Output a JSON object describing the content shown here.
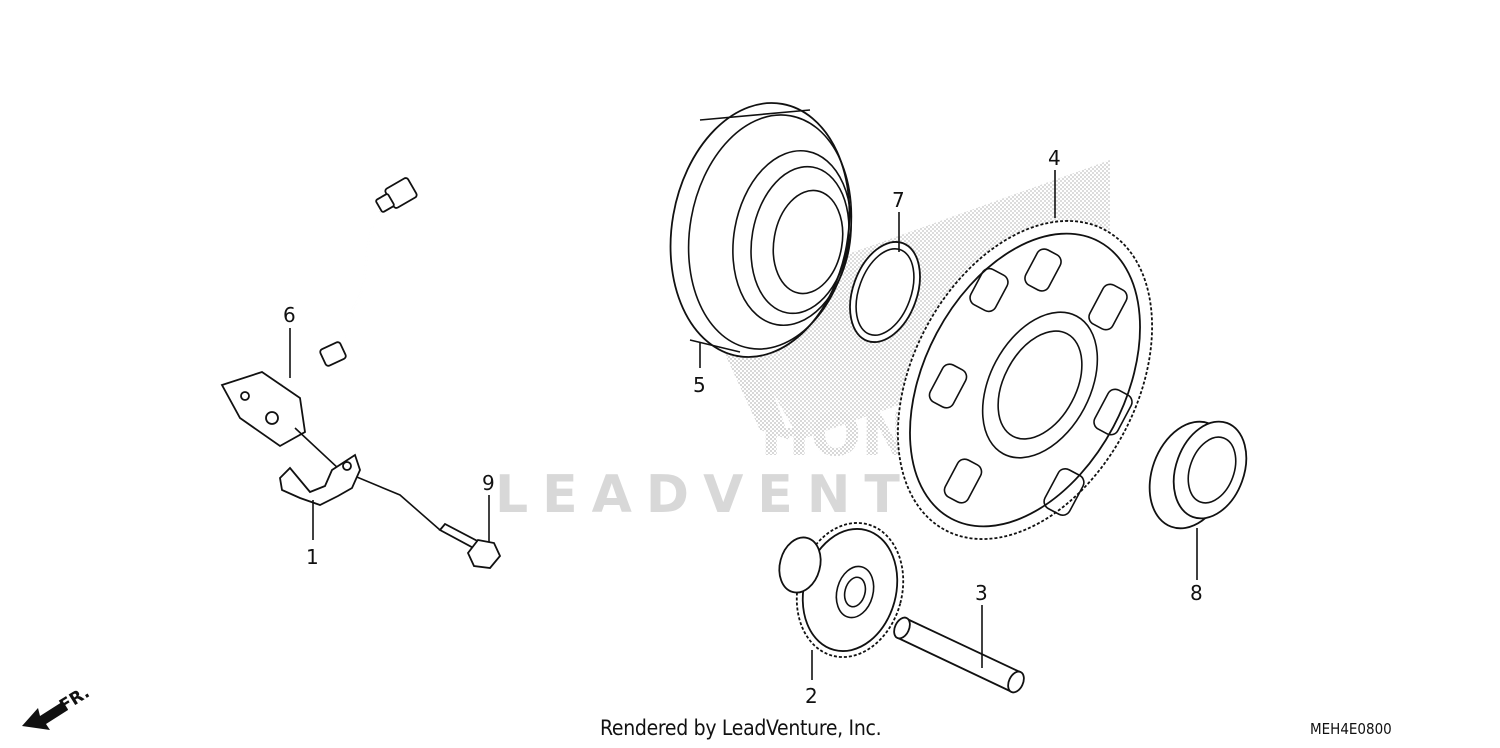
{
  "diagram": {
    "credit": "Rendered by LeadVenture, Inc.",
    "code": "MEH4E0800",
    "front_indicator": "FR.",
    "watermark": {
      "brand": "HONDA",
      "company": "LEADVENTURE"
    },
    "callouts": {
      "c1": "1",
      "c2": "2",
      "c3": "3",
      "c4": "4",
      "c5": "5",
      "c6": "6",
      "c7": "7",
      "c8": "8",
      "c9": "9"
    },
    "colors": {
      "line": "#111111",
      "watermark": "#d8d8d8",
      "background": "#ffffff"
    }
  }
}
